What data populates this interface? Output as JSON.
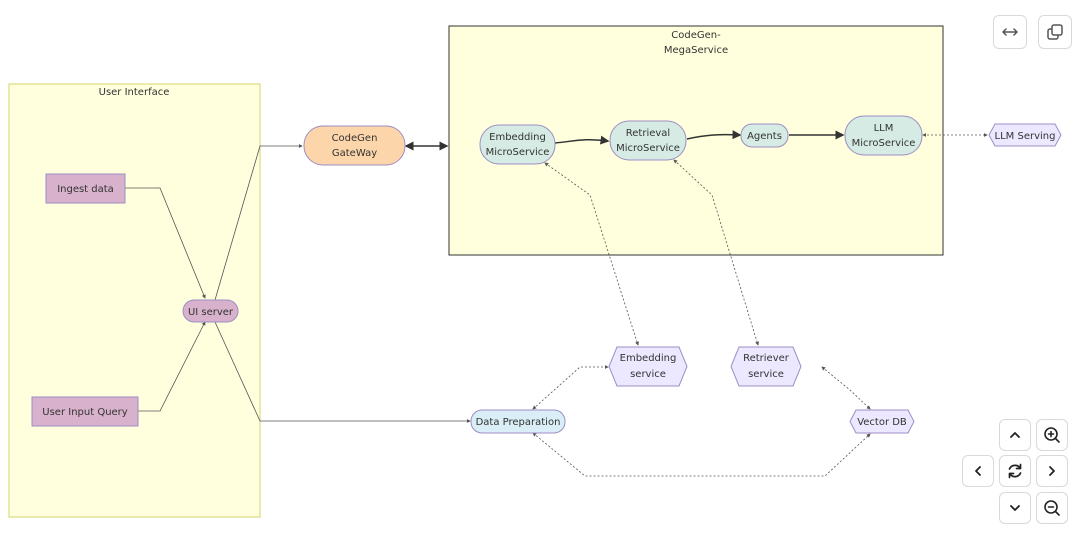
{
  "diagram": {
    "subgraphs": {
      "user_interface": "User Interface",
      "megaservice_line1": "CodeGen-",
      "megaservice_line2": "MegaService"
    },
    "nodes": {
      "ingest": "Ingest data",
      "query": "User Input Query",
      "ui_server": "UI server",
      "gateway_line1": "CodeGen",
      "gateway_line2": "GateWay",
      "embed_ms_line1": "Embedding",
      "embed_ms_line2": "MicroService",
      "retrieval_ms_line1": "Retrieval",
      "retrieval_ms_line2": "MicroService",
      "agents": "Agents",
      "llm_ms_line1": "LLM",
      "llm_ms_line2": "MicroService",
      "llm_serving": "LLM Serving",
      "embed_svc_line1": "Embedding",
      "embed_svc_line2": "service",
      "retriever_svc_line1": "Retriever",
      "retriever_svc_line2": "service",
      "data_prep": "Data Preparation",
      "vector_db": "Vector DB"
    }
  },
  "controls": {
    "expand_icon": "arrows-horizontal-icon",
    "copy_icon": "copy-icon",
    "pan_up_icon": "chevron-up-icon",
    "pan_down_icon": "chevron-down-icon",
    "pan_left_icon": "chevron-left-icon",
    "pan_right_icon": "chevron-right-icon",
    "reset_icon": "refresh-icon",
    "zoom_in_icon": "zoom-in-icon",
    "zoom_out_icon": "zoom-out-icon"
  },
  "colors": {
    "subgraph_fill": "#ffffde",
    "subgraph_stroke": "#d4d46a",
    "gateway_fill": "#fdd5ab",
    "microservice_fill": "#d5ebe3",
    "ui_fill": "#d8b2cc",
    "service_fill": "#ece8ff",
    "data_prep_fill": "#d9eef7"
  }
}
